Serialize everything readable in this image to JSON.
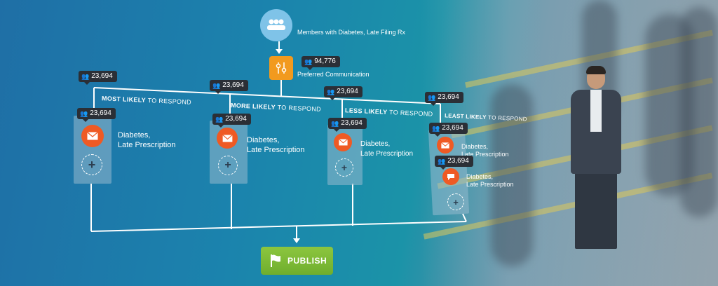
{
  "audience": {
    "label": "Members with Diabetes, Late Filing Rx",
    "icon": "people-group-icon"
  },
  "preferred": {
    "count": "94,776",
    "label": "Preferred Communication",
    "icon": "sliders-icon"
  },
  "segments": [
    {
      "count": "23,694",
      "label_bold": "MOST LIKELY",
      "label_rest": " TO RESPOND",
      "panel_count": "23,694",
      "message_line1": "Diabetes,",
      "message_line2": "Late Prescription"
    },
    {
      "count": "23,694",
      "label_bold": "MORE LIKELY",
      "label_rest": " TO RESPOND",
      "panel_count": "23,694",
      "message_line1": "Diabetes,",
      "message_line2": "Late Prescription"
    },
    {
      "count": "23,694",
      "label_bold": "LESS LIKELY",
      "label_rest": " TO RESPOND",
      "panel_count": "23,694",
      "message_line1": "Diabetes,",
      "message_line2": "Late Prescription"
    },
    {
      "count": "23,694",
      "label_bold": "LEAST LIKELY",
      "label_rest": " TO RESPOND",
      "panel_count": "23,694",
      "message_line1": "Diabetes,",
      "message_line2": "Late Prescription",
      "panel_count_2": "23,694",
      "message2_line1": "Diabetes,",
      "message2_line2": "Late Prescription"
    }
  ],
  "publish": {
    "label": "PUBLISH",
    "icon": "flag-icon"
  },
  "colors": {
    "email_orange": "#ef5a24",
    "pref_orange": "#f29a1e",
    "publish_green": "#7dba35",
    "audience_blue": "#7fc3e8"
  }
}
